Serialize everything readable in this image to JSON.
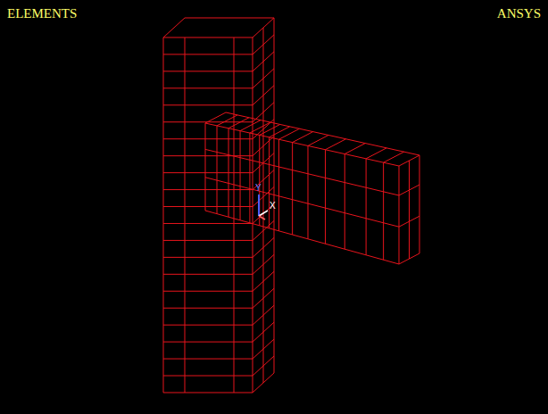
{
  "diagram": {
    "labels": [
      "ELEMENTS",
      "ANSYS",
      "Y",
      "X"
    ]
  }
}
